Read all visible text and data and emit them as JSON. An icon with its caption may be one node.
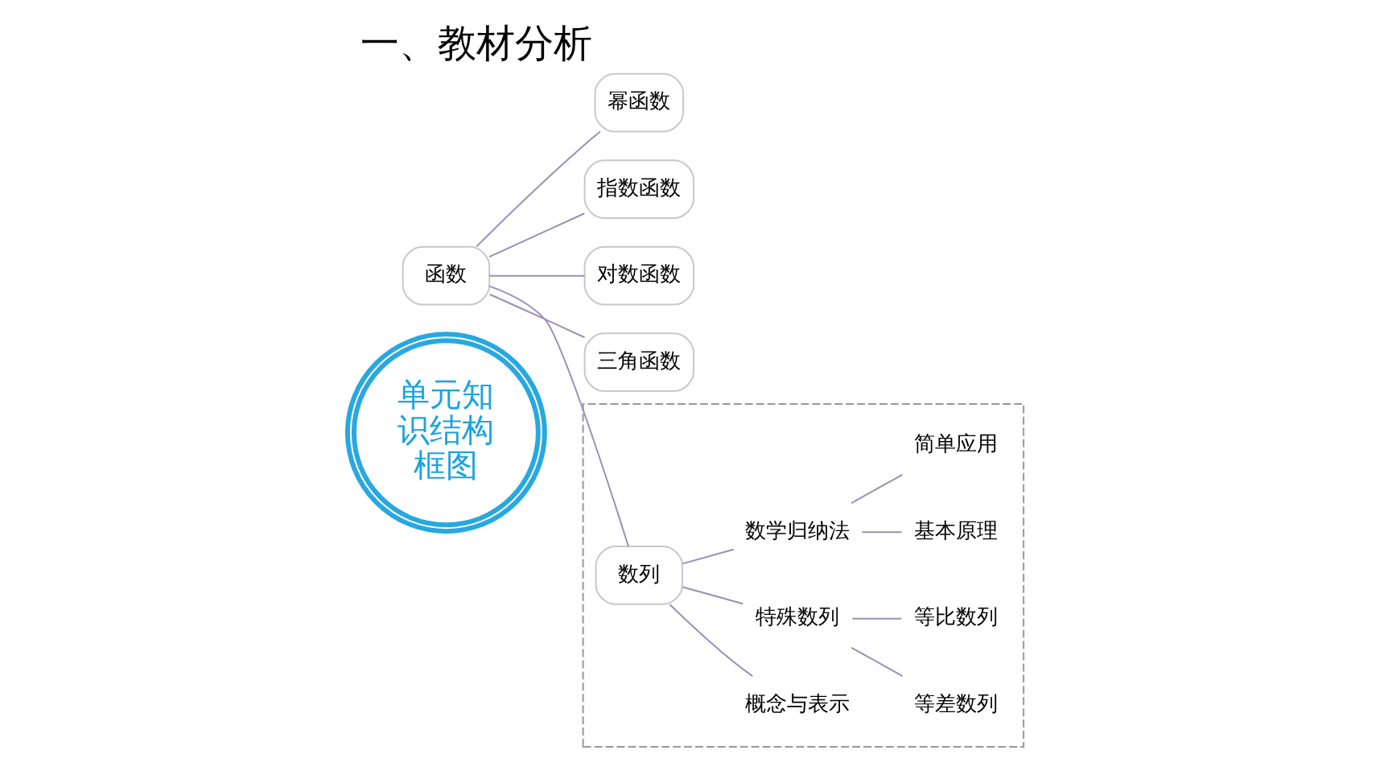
{
  "diagram": {
    "title": "一、教材分析",
    "nodes": [
      {
        "text": [
          "单元知识结构框图"
        ]
      },
      {
        "text": [
          "函数"
        ]
      },
      {
        "text": [
          "幂函数"
        ]
      },
      {
        "text": [
          "指数函数"
        ]
      },
      {
        "text": [
          "对数函数"
        ]
      },
      {
        "text": [
          "三角函数"
        ]
      },
      {
        "text": [],
        "shape": "box"
      },
      {
        "text": [
          "数列"
        ],
        "in": 6
      },
      {
        "text": [
          "概念与表示"
        ],
        "in": 6
      },
      {
        "text": [
          "特殊数列"
        ],
        "in": 6
      },
      {
        "text": [
          "等差数列"
        ],
        "in": 6
      },
      {
        "text": [
          "等比数列"
        ],
        "in": 6
      },
      {
        "text": [
          "数学归纳法"
        ],
        "in": 6
      },
      {
        "text": [
          "基本原理"
        ],
        "in": 6
      },
      {
        "text": [
          "简单应用"
        ],
        "in": 6
      }
    ],
    "edges": [
      {
        "from": 1,
        "to": 2,
        "arrow": "none"
      },
      {
        "from": 1,
        "to": 3,
        "arrow": "none"
      },
      {
        "from": 1,
        "to": 4,
        "arrow": "none"
      },
      {
        "from": 1,
        "to": 5,
        "arrow": "none"
      },
      {
        "from": 1,
        "to": 7,
        "arrow": "none"
      },
      {
        "from": 7,
        "to": 8,
        "arrow": "none"
      },
      {
        "from": 7,
        "to": 9,
        "arrow": "none"
      },
      {
        "from": 7,
        "to": 12,
        "arrow": "none"
      },
      {
        "from": 9,
        "to": 10,
        "arrow": "none"
      },
      {
        "from": 9,
        "to": 11,
        "arrow": "none"
      },
      {
        "from": 12,
        "to": 13,
        "arrow": "none"
      },
      {
        "from": 12,
        "to": 14,
        "arrow": "none"
      }
    ]
  }
}
